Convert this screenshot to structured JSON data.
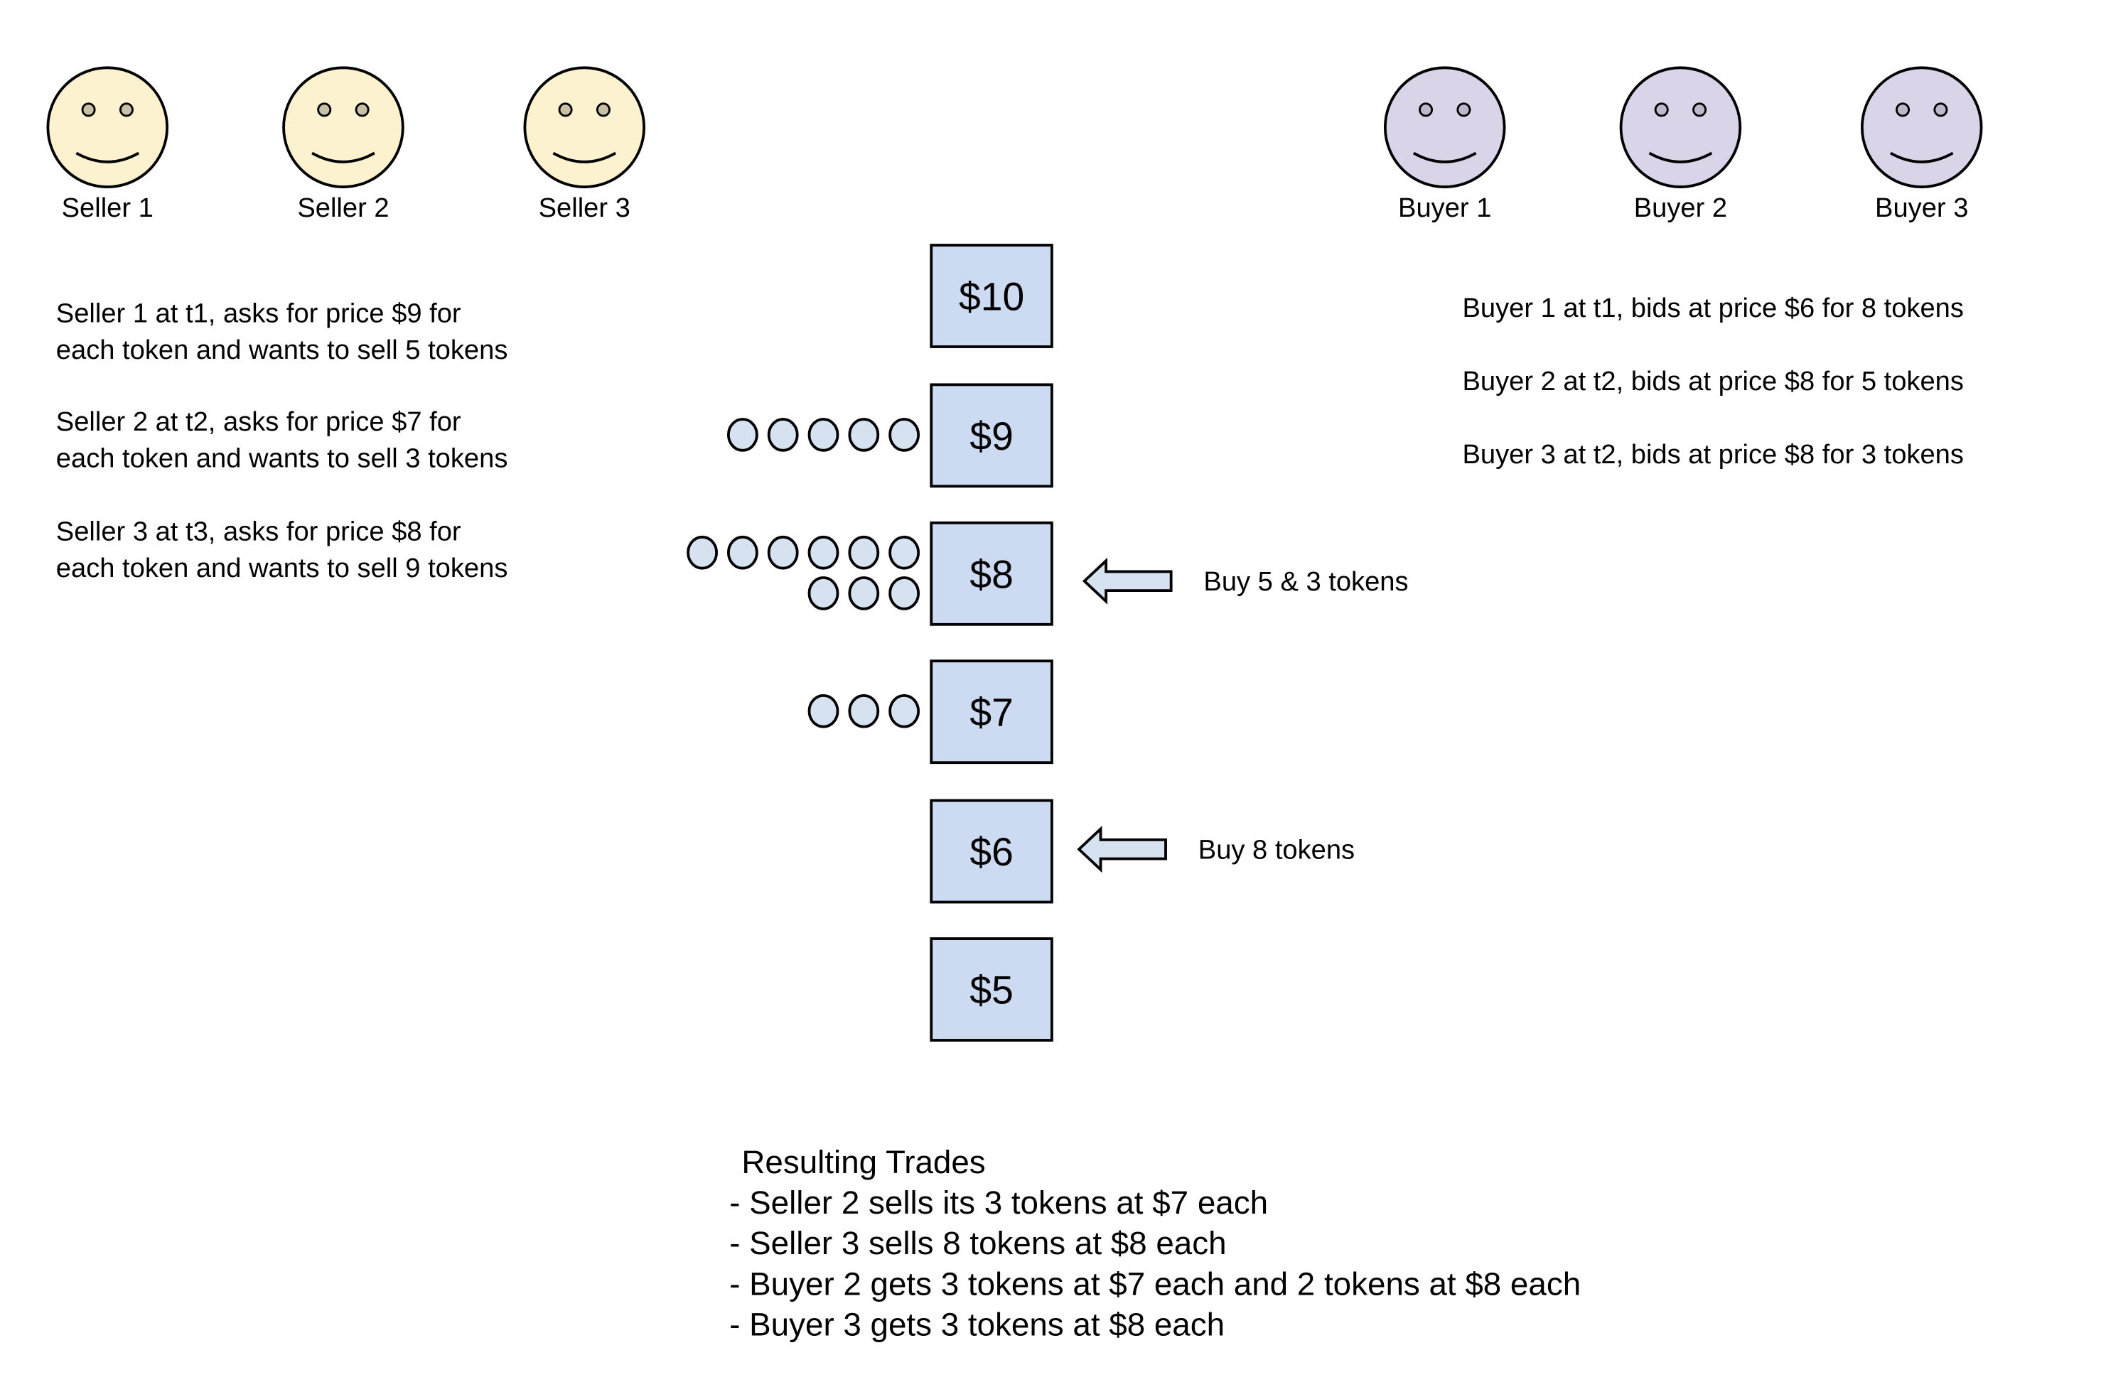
{
  "sellers": [
    {
      "label": "Seller 1",
      "desc": [
        "Seller 1 at t1, asks for price $9 for",
        "each token and wants to sell 5 tokens"
      ]
    },
    {
      "label": "Seller 2",
      "desc": [
        "Seller 2 at t2, asks for price $7 for",
        "each token and wants to sell 3 tokens"
      ]
    },
    {
      "label": "Seller 3",
      "desc": [
        "Seller 3 at t3, asks for price $8 for",
        "each token and wants to sell 9 tokens"
      ]
    }
  ],
  "buyers": [
    {
      "label": "Buyer 1",
      "desc": "Buyer 1 at t1, bids at price $6 for 8 tokens"
    },
    {
      "label": "Buyer 2",
      "desc": "Buyer 2 at t2, bids at price $8 for 5 tokens"
    },
    {
      "label": "Buyer 3",
      "desc": "Buyer 3 at t2, bids at price $8 for 3 tokens"
    }
  ],
  "price_levels": [
    {
      "label": "$10",
      "ask_tokens": 0
    },
    {
      "label": "$9",
      "ask_tokens": 5
    },
    {
      "label": "$8",
      "ask_tokens": 9
    },
    {
      "label": "$7",
      "ask_tokens": 3
    },
    {
      "label": "$6",
      "ask_tokens": 0
    },
    {
      "label": "$5",
      "ask_tokens": 0
    }
  ],
  "bids": [
    {
      "level": "$8",
      "label": "Buy 5 & 3 tokens"
    },
    {
      "level": "$6",
      "label": "Buy 8 tokens"
    }
  ],
  "results": {
    "title": "Resulting Trades",
    "lines": [
      "- Seller 2 sells its 3 tokens at $7 each",
      "- Seller 3 sells 8 tokens at $8 each",
      "- Buyer 2 gets 3 tokens at $7 each and 2 tokens at $8 each",
      "- Buyer 3 gets 3 tokens at $8 each"
    ]
  }
}
